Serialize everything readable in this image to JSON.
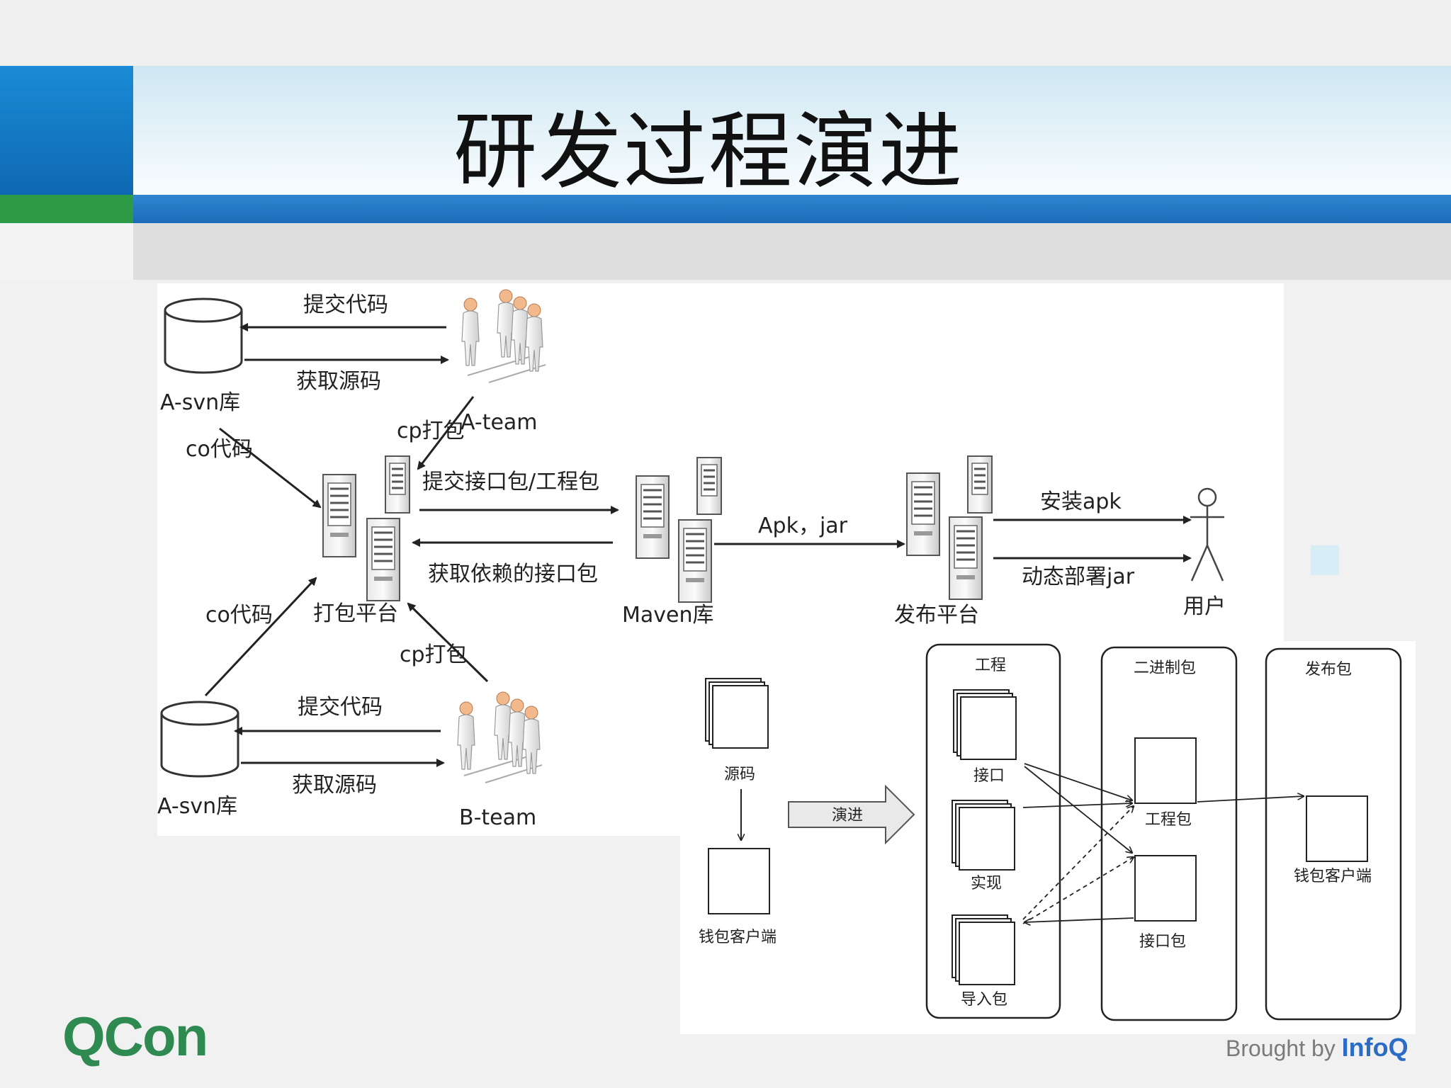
{
  "slide": {
    "title": "研发过程演进",
    "brand": "QCon",
    "footer_prefix": "Brought by",
    "footer_brand": "InfoQ"
  },
  "top_diagram": {
    "a_svn_label": "A-svn库",
    "a_team_label": "A-team",
    "a_commit": "提交代码",
    "a_fetch": "获取源码",
    "a_co": "co代码",
    "a_cp": "cp打包",
    "b_svn_label": "A-svn库",
    "b_team_label": "B-team",
    "b_commit": "提交代码",
    "b_fetch": "获取源码",
    "b_co": "co代码",
    "b_cp": "cp打包",
    "pack_platform": "打包平台",
    "submit_pkg": "提交接口包/工程包",
    "fetch_dep": "获取依赖的接口包",
    "maven": "Maven库",
    "apk_jar": "Apk，jar",
    "release_platform": "发布平台",
    "install_apk": "安装apk",
    "deploy_jar": "动态部署jar",
    "user": "用户"
  },
  "bottom_diagram": {
    "source": "源码",
    "wallet_client_left": "钱包客户端",
    "evolve": "演进",
    "project_box": "工程",
    "interface": "接口",
    "impl": "实现",
    "import_pkg": "导入包",
    "binary_box": "二进制包",
    "project_pkg": "工程包",
    "interface_pkg": "接口包",
    "release_box": "发布包",
    "wallet_client_right": "钱包客户端"
  }
}
